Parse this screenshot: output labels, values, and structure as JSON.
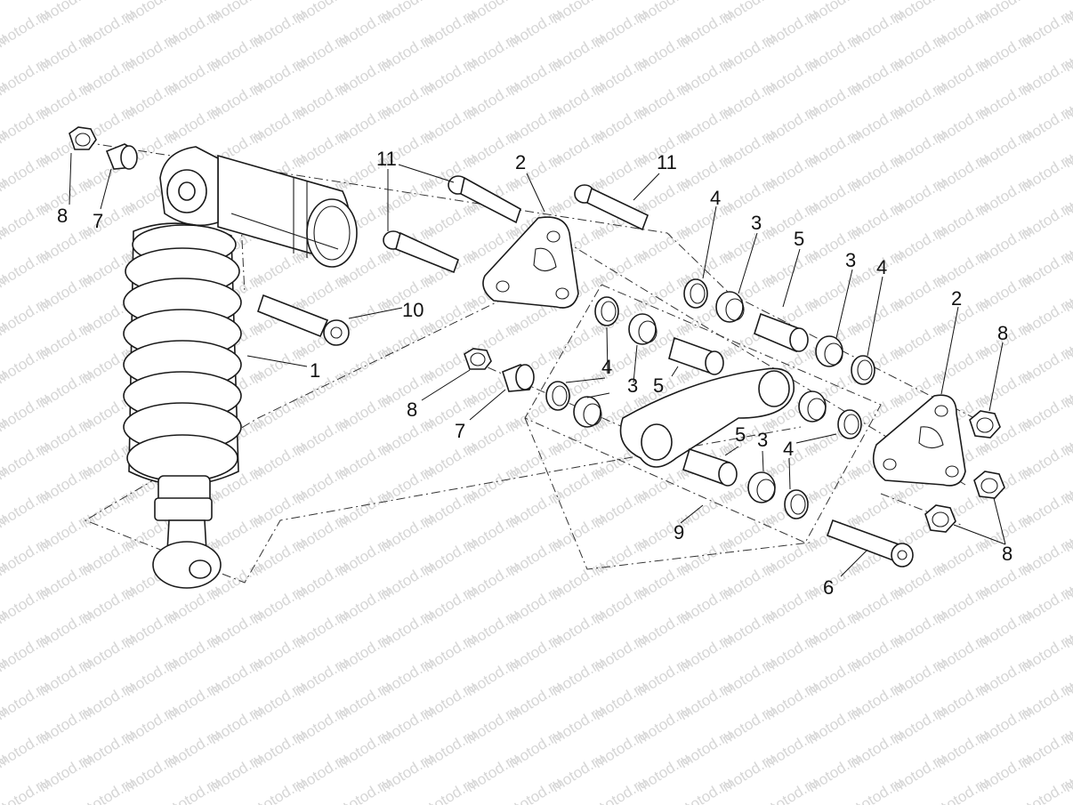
{
  "watermark": {
    "text": "motod.ru",
    "color": "#d6d6d6"
  },
  "diagram": {
    "type": "exploded-parts-view",
    "subject": "rear shock absorber and linkage",
    "line_color": "#1a1a1a",
    "background": "#ffffff"
  },
  "callouts": [
    {
      "id": "c-8-top",
      "label": "8"
    },
    {
      "id": "c-7-top",
      "label": "7"
    },
    {
      "id": "c-1",
      "label": "1"
    },
    {
      "id": "c-10",
      "label": "10"
    },
    {
      "id": "c-11-a",
      "label": "11"
    },
    {
      "id": "c-11-b",
      "label": "11"
    },
    {
      "id": "c-2-left",
      "label": "2"
    },
    {
      "id": "c-4-a",
      "label": "4"
    },
    {
      "id": "c-3-a",
      "label": "3"
    },
    {
      "id": "c-5-a",
      "label": "5"
    },
    {
      "id": "c-3-b",
      "label": "3"
    },
    {
      "id": "c-4-b",
      "label": "4"
    },
    {
      "id": "c-2-right",
      "label": "2"
    },
    {
      "id": "c-8-right",
      "label": "8"
    },
    {
      "id": "c-8-mid",
      "label": "8"
    },
    {
      "id": "c-7-mid",
      "label": "7"
    },
    {
      "id": "c-4-c",
      "label": "4"
    },
    {
      "id": "c-3-c",
      "label": "3"
    },
    {
      "id": "c-5-b",
      "label": "5"
    },
    {
      "id": "c-5-c",
      "label": "5"
    },
    {
      "id": "c-3-d",
      "label": "3"
    },
    {
      "id": "c-4-d",
      "label": "4"
    },
    {
      "id": "c-9",
      "label": "9"
    },
    {
      "id": "c-8-bottom",
      "label": "8"
    },
    {
      "id": "c-6",
      "label": "6"
    }
  ]
}
